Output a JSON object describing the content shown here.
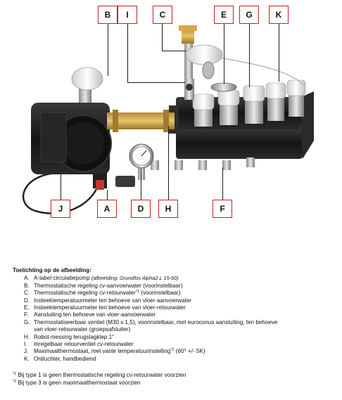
{
  "callouts": {
    "b": "B",
    "i": "I",
    "c": "C",
    "e": "E",
    "g": "G",
    "k": "K",
    "j": "J",
    "a": "A",
    "d": "D",
    "h": "H",
    "f": "F"
  },
  "legend": {
    "title": "Toelichting op de afbeelding:",
    "items": [
      {
        "key": "A.",
        "text": "A-label circulatiepomp",
        "note": "(afbeelding: Grundfos Alpha2 L 15-60)"
      },
      {
        "key": "B.",
        "text": "Thermostatische regeling cv-aanvoerwater (voorinstelbaar)"
      },
      {
        "key": "C.",
        "text": "Thermostatische regeling cv-retourwater",
        "sup": "*1",
        "text2": " (voorinstelbaar)"
      },
      {
        "key": "D.",
        "text": "Insteektemperatuurmeter ten behoeve van vloer-aanvoerwater"
      },
      {
        "key": "E.",
        "text": "Insteektemperatuurmeter ten behoeve van vloer-retourwater"
      },
      {
        "key": "F.",
        "text": "Aansluiting ten behoeve van vloer-aanvoerwater"
      },
      {
        "key": "G.",
        "text": "Thermostatiseerbaar ventiel (M30 x 1,5), voorinstelbaar, met euroconus aansluiting, ten behoeve",
        "text_line2": "van vloer-retourwater (groepsafsluiter)"
      },
      {
        "key": "H.",
        "text": "Robot messing terugslagklep 1\""
      },
      {
        "key": "I.",
        "text": "Inregelbaar retourventiel cv-retourwater"
      },
      {
        "key": "J.",
        "text": "Maximaalthermostaat, met vaste temperatuurinstelling",
        "sup": "*2",
        "text2": " (60° +/- 5K)"
      },
      {
        "key": "K.",
        "text": "Ontluchter, handbediend"
      }
    ]
  },
  "footnotes": [
    {
      "sup": "*1",
      "text": " Bij type 1 is geen thermostatische regeling cv-retourwater voorzien"
    },
    {
      "sup": "*2",
      "text": " Bij type 3 is geen maximaalthermostaat voorzien"
    }
  ]
}
